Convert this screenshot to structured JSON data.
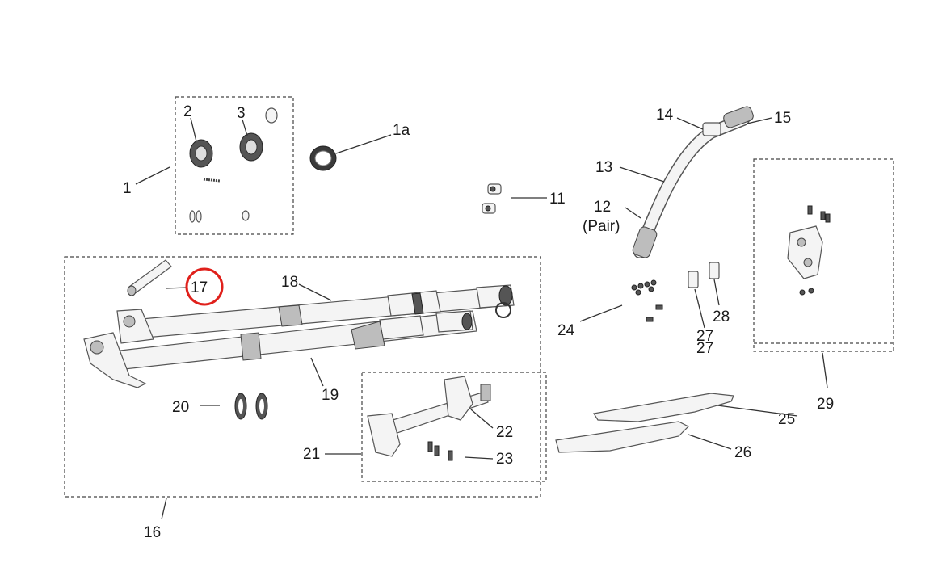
{
  "labels": {
    "p1": "1",
    "p1a": "1a",
    "p2": "2",
    "p3": "3",
    "p11": "11",
    "p12": "12",
    "p12_note": "(Pair)",
    "p13": "13",
    "p14": "14",
    "p15": "15",
    "p16": "16",
    "p17": "17",
    "p18": "18",
    "p19": "19",
    "p20": "20",
    "p21": "21",
    "p22": "22",
    "p23": "23",
    "p24": "24",
    "p25": "25",
    "p26": "26",
    "p27": "27",
    "p27b": "27",
    "p28": "28",
    "p29": "29"
  },
  "highlight": {
    "part": "17",
    "color": "#e0201b"
  },
  "colors": {
    "line": "#333333",
    "part_fill": "#f4f4f4"
  }
}
